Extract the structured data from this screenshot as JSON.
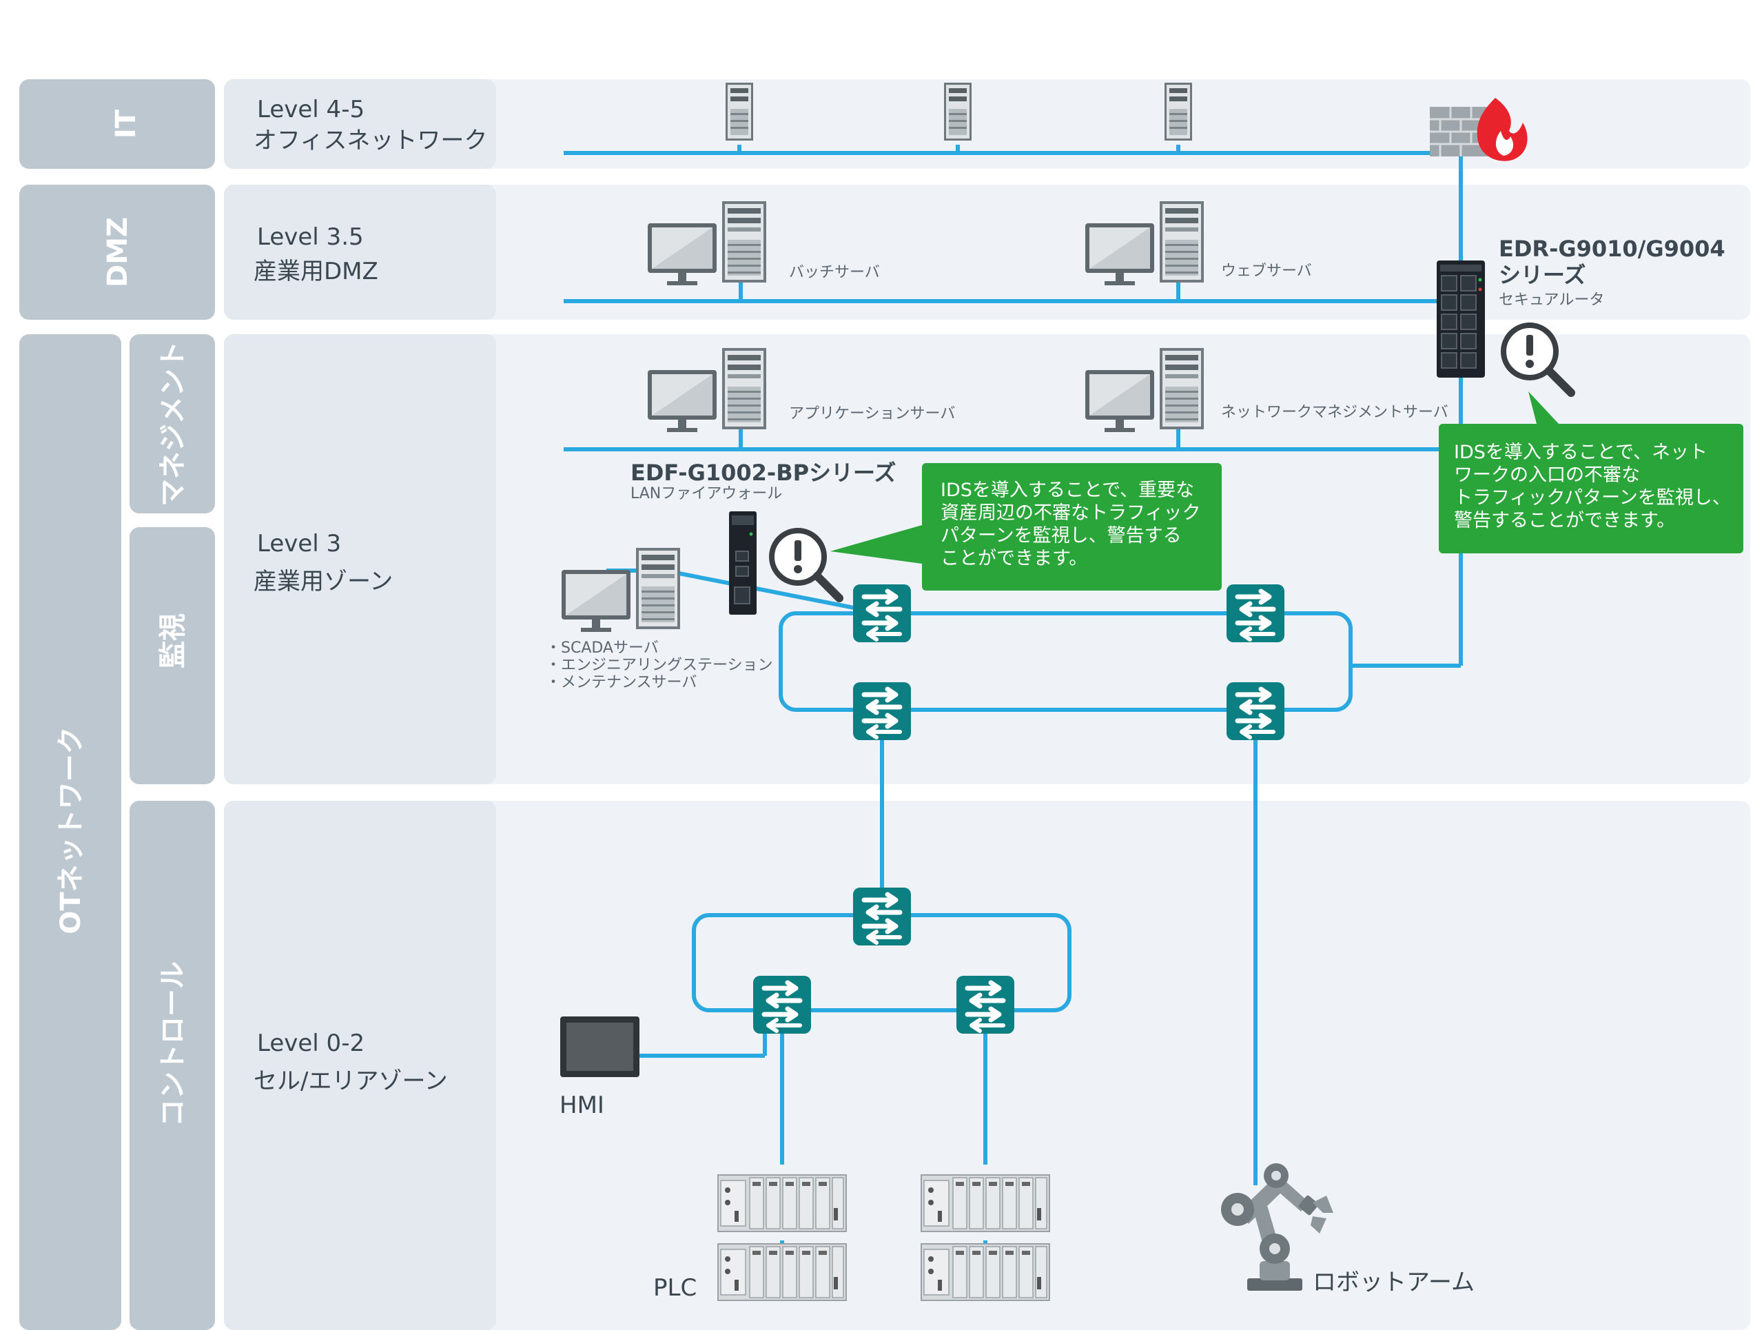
{
  "side_labels": {
    "it": "IT",
    "dmz": "DMZ",
    "ot": "OTネットワーク",
    "management": "マネジメント",
    "monitoring": "監視",
    "control": "コントロール"
  },
  "levels": {
    "l45": {
      "level": "Level 4-5",
      "name": "オフィスネットワーク"
    },
    "l35": {
      "level": "Level 3.5",
      "name": "産業用DMZ"
    },
    "l3": {
      "level": "Level 3",
      "name": "産業用ゾーン"
    },
    "l02": {
      "level": "Level 0-2",
      "name": "セル/エリアゾーン"
    }
  },
  "servers": {
    "batch": "バッチサーバ",
    "web": "ウェブサーバ",
    "app": "アプリケーションサーバ",
    "netmgmt": "ネットワークマネジメントサーバ"
  },
  "edr": {
    "title_line1": "EDR-G9010/G9004",
    "title_line2": "シリーズ",
    "subtitle": "セキュアルータ"
  },
  "edf": {
    "title": "EDF-G1002-BPシリーズ",
    "subtitle": "LANファイアウォール"
  },
  "scada_list": [
    "・SCADAサーバ",
    "・エンジニアリングステーション",
    "・メンテナンスサーバ"
  ],
  "callout_left": [
    "IDSを導入することで、重要な",
    "資産周辺の不審なトラフィック",
    "パターンを監視し、警告する",
    "ことができます。"
  ],
  "callout_right": [
    "IDSを導入することで、ネット",
    "ワークの入口の不審な",
    "トラフィックパターンを監視し、",
    "警告することができます。"
  ],
  "devices": {
    "hmi": "HMI",
    "plc": "PLC",
    "robot": "ロボットアーム"
  },
  "colors": {
    "line": "#29a9e0",
    "switch": "#0b7f81",
    "callout": "#2aa53a",
    "side_band": "#bcc7cf",
    "zone_left": "#e4e9ef",
    "zone_right": "#eff2f6"
  }
}
